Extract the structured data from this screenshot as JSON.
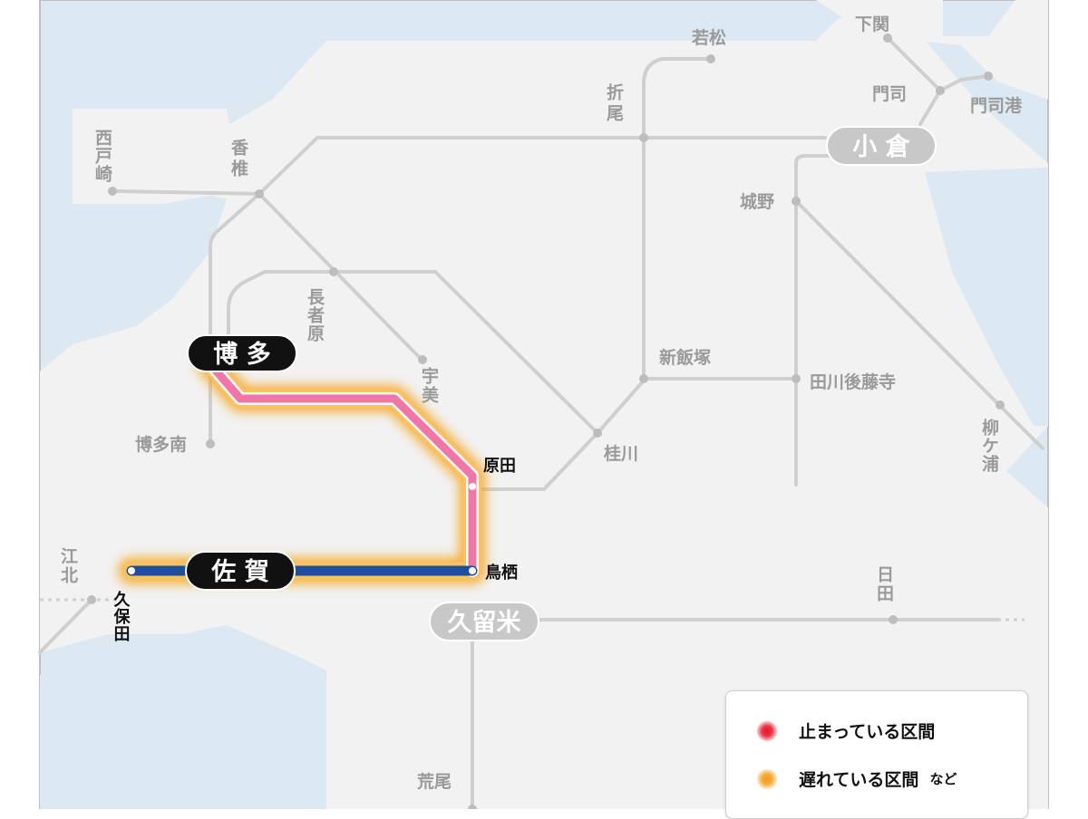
{
  "map": {
    "major_stations": {
      "hakata": "博 多",
      "saga": "佐 賀",
      "kokura": "小 倉",
      "kurume": "久留米"
    },
    "stations_horizontal": {
      "shimonoseki": "下関",
      "mojiko": "門司港",
      "moji": "門司",
      "jono": "城野",
      "shiniizuka": "新飯塚",
      "tagawagotoji": "田川後藤寺",
      "katsuragawa": "桂川",
      "hakataminami": "博多南",
      "haruda": "原田",
      "tosu": "鳥栖",
      "wakamatsu": "若松"
    },
    "stations_vertical": {
      "nishitozaki": "西戸崎",
      "kashii": "香椎",
      "orio": "折尾",
      "chojabaru": "長者原",
      "umi": "宇美",
      "yanagigaura": "柳ケ浦",
      "kubota": "久保田",
      "koura": "江北",
      "hita": "日田"
    },
    "station_arao": "荒尾"
  },
  "legend": {
    "stopped_label": "止まっている区間",
    "delayed_label": "遅れている区間",
    "delayed_suffix": "など",
    "stopped_color": "#e8102a",
    "delayed_color": "#f5a623"
  },
  "colors": {
    "sea": "#dce8f2",
    "land": "#f2f2f2",
    "line_gray": "#cfcfcf",
    "kagoshima_line": "#f075a8",
    "nagasaki_line": "#1f4f9c",
    "delay_glow": "#f5a623"
  }
}
